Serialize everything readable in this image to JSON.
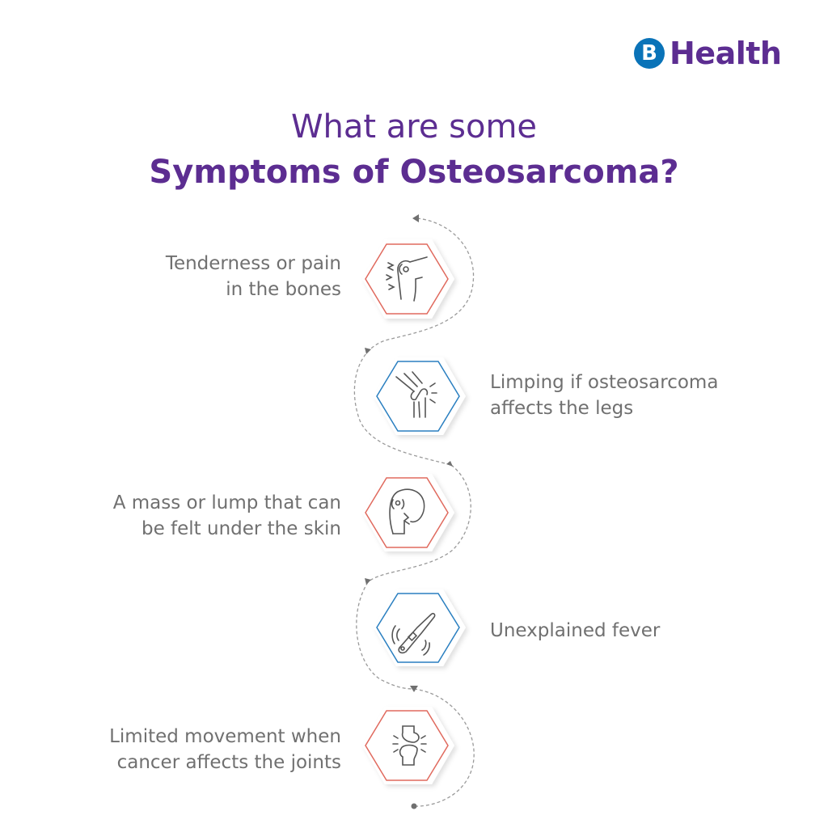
{
  "brand": {
    "badge_letter": "B",
    "name": "Health",
    "badge_color": "#0a73b8",
    "name_color": "#5c2d91"
  },
  "title": {
    "line1": "What are some",
    "line2": "Symptoms of Osteosarcoma?",
    "color": "#5c2d91"
  },
  "symptoms": [
    {
      "lines": [
        "Tenderness or pain",
        "in the bones"
      ],
      "side": "left",
      "icon": "knee-pain-icon",
      "border_color": "#e06a5e"
    },
    {
      "lines": [
        "Limping if osteosarcoma",
        "affects the legs"
      ],
      "side": "right",
      "icon": "leg-joint-icon",
      "border_color": "#2a7fc0"
    },
    {
      "lines": [
        "A mass or lump that can",
        "be felt under the skin"
      ],
      "side": "left",
      "icon": "shoulder-lump-icon",
      "border_color": "#e06a5e"
    },
    {
      "lines": [
        "Unexplained fever"
      ],
      "side": "right",
      "icon": "thermometer-icon",
      "border_color": "#2a7fc0"
    },
    {
      "lines": [
        "Limited movement when",
        "cancer affects the joints"
      ],
      "side": "left",
      "icon": "joint-pain-icon",
      "border_color": "#e06a5e"
    }
  ]
}
